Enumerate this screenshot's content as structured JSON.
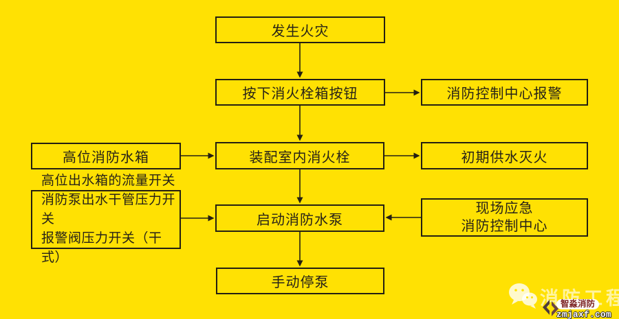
{
  "page": {
    "background_color": "#FFE103",
    "border_color": "#241F12",
    "text_color": "#262218"
  },
  "flowchart": {
    "nodes": {
      "fire_occurs": {
        "label": "发生火灾"
      },
      "press_hydrant_button": {
        "label": "按下消火栓箱按钮"
      },
      "control_center_alarm": {
        "label": "消防控制中心报警"
      },
      "high_level_water_tank": {
        "label": "高位消防水箱"
      },
      "indoor_hydrant": {
        "label": "装配室内消火栓"
      },
      "initial_water_supply": {
        "label": "初期供水灭火"
      },
      "pressure_switches": {
        "lines": [
          "高位出水箱的流量开关",
          "消防泵出水干管压力开关",
          "报警阀压力开关（干式）"
        ]
      },
      "start_fire_pump": {
        "label": "启动消防水泵"
      },
      "onsite_emergency_center": {
        "lines": [
          "现场应急",
          "消防控制中心"
        ]
      },
      "manual_pump_stop": {
        "label": "手动停泵"
      }
    }
  },
  "watermark": {
    "brand_text": "消防工程",
    "badge_text": "智淼消防",
    "site_text": "zmjaxf.com",
    "icons": [
      "wechat-icon",
      "zhimiao-diamond-logo-icon"
    ],
    "colors": {
      "brand_text": "rgba(255,255,255,0.62)",
      "badge_background": "#FFFFFF",
      "badge_text": "#7A1F1F",
      "site_text": "#FFFFFF"
    }
  }
}
